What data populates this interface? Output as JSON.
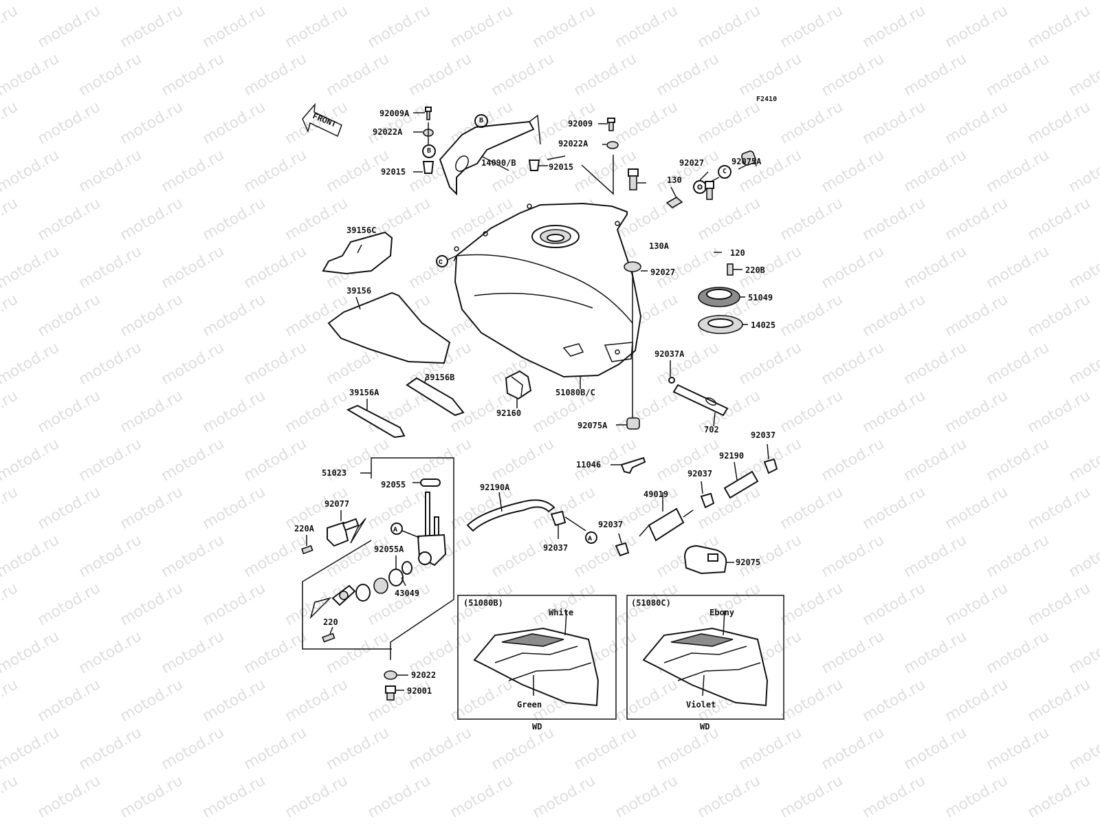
{
  "diagram_code": "F2410",
  "front_arrow_label": "FRONT",
  "watermark": "motod.ru",
  "ref_letters": {
    "a": "A",
    "b": "B",
    "c": "C"
  },
  "labels": {
    "p92009A": "92009A",
    "p92022A_l": "92022A",
    "p92015_l": "92015",
    "p14090B": "14090/B",
    "p92015_r": "92015",
    "p92009": "92009",
    "p92022A_r": "92022A",
    "p130": "130",
    "p92027_t": "92027",
    "p92075A_t": "92075A",
    "p39156C": "39156C",
    "p39156": "39156",
    "p39156A": "39156A",
    "p39156B": "39156B",
    "p130A": "130A",
    "p92027_m": "92027",
    "p120": "120",
    "p220B": "220B",
    "p51049": "51049",
    "p14025": "14025",
    "p92037A": "92037A",
    "p702": "702",
    "p51080BC": "51080B/C",
    "p92160": "92160",
    "p92075A_m": "92075A",
    "p11046": "11046",
    "p51023": "51023",
    "p92055": "92055",
    "p92077": "92077",
    "p220A": "220A",
    "p92055A": "92055A",
    "p43049": "43049",
    "p220": "220",
    "p92022": "92022",
    "p92001": "92001",
    "p92190A": "92190A",
    "p92037_a": "92037",
    "p92037_b": "92037",
    "p49019": "49019",
    "p92037_c": "92037",
    "p92190": "92190",
    "p92037_d": "92037",
    "p92075": "92075"
  },
  "variants": [
    {
      "code": "(51080B)",
      "top_color": "White",
      "bottom_color": "Green",
      "market": "WD"
    },
    {
      "code": "(51080C)",
      "top_color": "Ebony",
      "bottom_color": "Violet",
      "market": "WD"
    }
  ]
}
